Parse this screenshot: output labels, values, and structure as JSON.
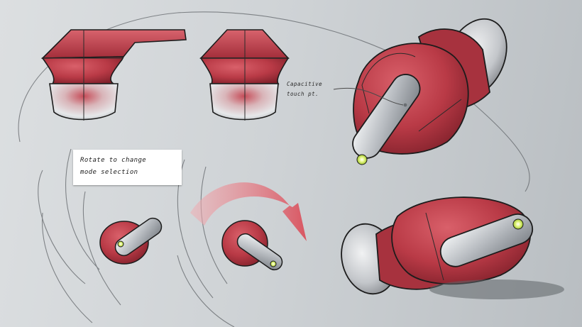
{
  "annotations": {
    "rotate_note": {
      "line1": "Rotate to change",
      "line2": "mode selection"
    },
    "callout": {
      "line1": "Capacitive",
      "line2": "touch pt."
    }
  },
  "colors": {
    "background": "#cfd3d6",
    "body_red": "#c0404c",
    "body_shadow": "#8e2630",
    "tip_grey": "#cfd2d6",
    "indicator_green": "#c6e84a",
    "arrow_pink": "#e06a74",
    "outline": "#1c1c1c"
  }
}
